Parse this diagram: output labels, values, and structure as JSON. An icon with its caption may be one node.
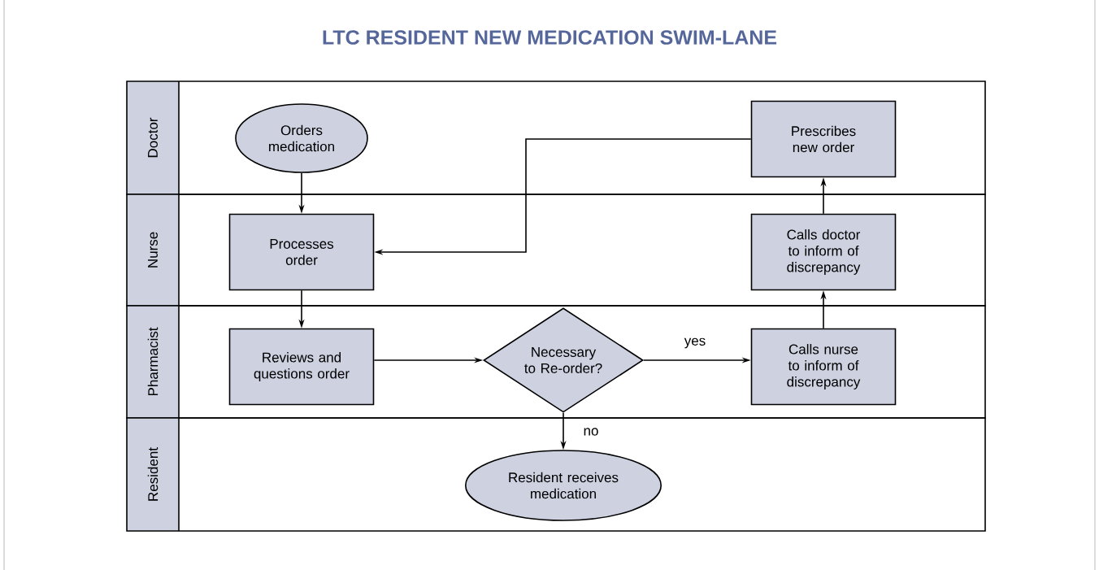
{
  "diagram": {
    "title": "LTC RESIDENT NEW MEDICATION SWIM-LANE",
    "nodes": [
      {
        "text": [
          "Doctor"
        ]
      },
      {
        "text": [
          "Orders medication"
        ],
        "in": 0
      },
      {
        "text": [
          "Prescribes new order"
        ],
        "in": 0
      },
      {
        "text": [
          "Nurse"
        ]
      },
      {
        "text": [
          "Processes order"
        ],
        "in": 3
      },
      {
        "text": [
          "Calls doctor to inform of discrepancy"
        ],
        "in": 3
      },
      {
        "text": [
          "Pharmacist"
        ]
      },
      {
        "text": [
          "Reviews and questions order"
        ],
        "in": 6
      },
      {
        "text": [
          "Necessary to Re-order?"
        ],
        "in": 6
      },
      {
        "text": [
          "Calls nurse to inform of discrepancy"
        ],
        "in": 6
      },
      {
        "text": [
          "Resident"
        ]
      },
      {
        "text": [
          "Resident receives medication"
        ],
        "in": 10
      }
    ],
    "edges": [
      {
        "from": 1,
        "to": 4,
        "arrow": "to"
      },
      {
        "from": 4,
        "to": 7,
        "arrow": "to"
      },
      {
        "from": 7,
        "to": 8,
        "arrow": "to"
      },
      {
        "from": 8,
        "to": 9,
        "arrow": "to",
        "label": "yes"
      },
      {
        "from": 8,
        "to": 11,
        "arrow": "to",
        "label": "no"
      },
      {
        "from": 9,
        "to": 5,
        "arrow": "to"
      },
      {
        "from": 5,
        "to": 2,
        "arrow": "to"
      },
      {
        "from": 2,
        "to": 4,
        "arrow": "to"
      }
    ]
  }
}
